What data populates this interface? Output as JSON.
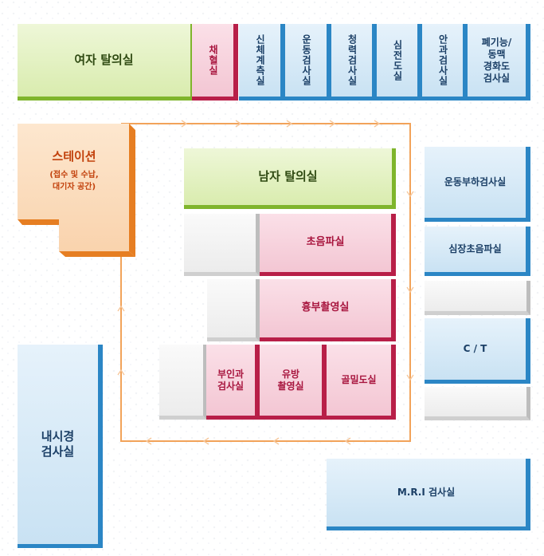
{
  "rooms": {
    "female_changing": "여자 탈의실",
    "blood_draw": "채혈실",
    "body_measure": "신체계측실",
    "exercise_test": "운동검사실",
    "hearing_test": "청력검사실",
    "ecg": "심전도실",
    "eye_test": "안과검사실",
    "lung_artery": "폐기능/\n동맥\n경화도\n검사실",
    "station_title": "스테이션",
    "station_sub": "(접수 및 수납,\n대기자 공간)",
    "male_changing": "남자 탈의실",
    "ultrasound": "초음파실",
    "chest_xray": "흉부촬영실",
    "gynecology": "부인과\n검사실",
    "mammography": "유방\n촬영실",
    "bone_density": "골밀도실",
    "stress_test": "운동부하검사실",
    "cardiac_echo": "심장초음파실",
    "ct": "C / T",
    "endoscopy": "내시경\n검사실",
    "mri": "M.R.I 검사실"
  },
  "colors": {
    "green": "#d9ecae",
    "pink": "#f3c6d3",
    "blue": "#c9e2f3",
    "orange": "#f9d3ad",
    "path": "#f2a35a"
  }
}
